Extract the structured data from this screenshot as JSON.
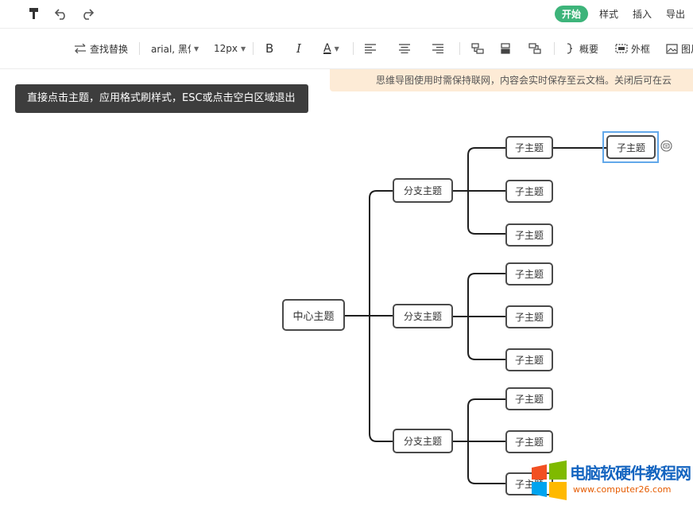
{
  "top_menu": {
    "tabs": [
      "开始",
      "样式",
      "插入",
      "导出"
    ],
    "active_tab": "开始"
  },
  "toolbar": {
    "find_replace": "查找替换",
    "font_family": "arial, 黑体",
    "font_size": "12px",
    "bold": "B",
    "italic": "I",
    "font_color": "A",
    "summary": "概要",
    "frame": "外框",
    "image": "图片"
  },
  "notice": "思维导图使用时需保持联网，内容会实时保存至云文档。关闭后可在云",
  "tooltip": "直接点击主题，应用格式刷样式，ESC或点击空白区域退出",
  "mindmap": {
    "center": "中心主题",
    "branches": [
      {
        "label": "分支主题",
        "children": [
          "子主题",
          "子主题",
          "子主题"
        ]
      },
      {
        "label": "分支主题",
        "children": [
          "子主题",
          "子主题",
          "子主题"
        ]
      },
      {
        "label": "分支主题",
        "children": [
          "子主题",
          "子主题",
          "子主题"
        ]
      }
    ],
    "selected_grandchild": "子主题"
  },
  "watermark": {
    "text": "电脑软硬件教程网",
    "url": "www.computer26.com"
  }
}
